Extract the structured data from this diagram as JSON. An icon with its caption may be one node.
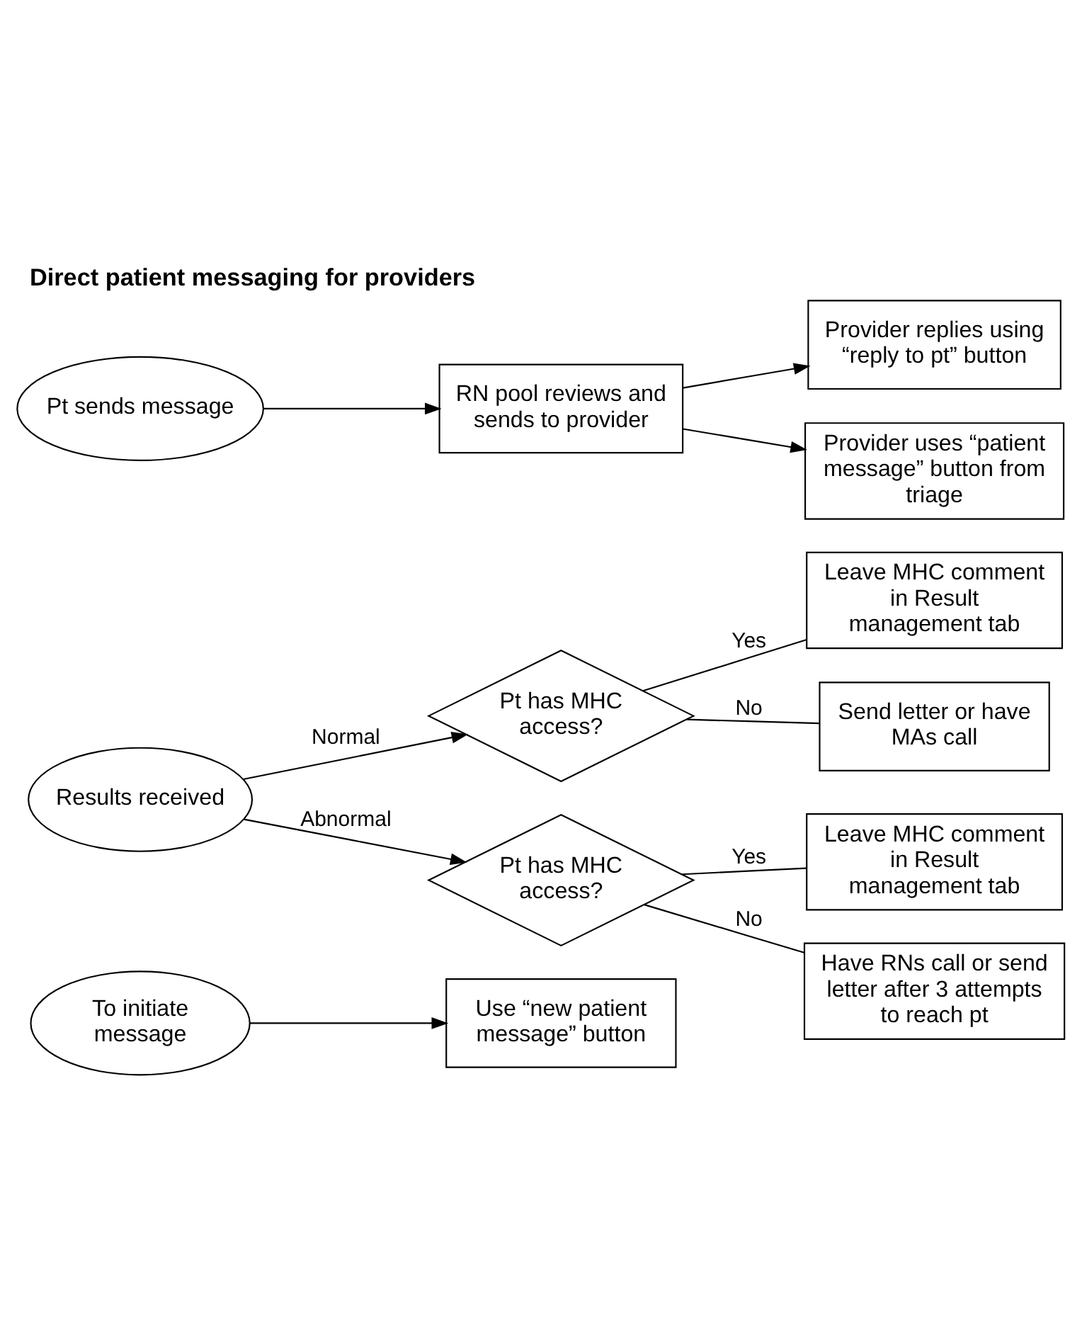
{
  "diagram": {
    "title": "Direct patient messaging for providers",
    "nodes": [
      {
        "text": [
          "Pt sends message"
        ]
      },
      {
        "text": [
          "RN pool reviews and sends to provider"
        ]
      },
      {
        "text": [
          "Provider replies using “reply to pt” button"
        ]
      },
      {
        "text": [
          "Provider uses “patient message” button from triage"
        ]
      },
      {
        "text": [
          "Leave MHC comment in Result management tab"
        ]
      },
      {
        "text": [
          "Pt has MHC access?"
        ]
      },
      {
        "text": [
          "Send letter or have MAs call"
        ]
      },
      {
        "text": [
          "Results received"
        ]
      },
      {
        "text": [
          "Leave MHC comment in Result management tab"
        ]
      },
      {
        "text": [
          "Pt has MHC access?"
        ]
      },
      {
        "text": [
          "Have RNs call or send letter after 3 attempts to reach pt"
        ]
      },
      {
        "text": [
          "To initiate message"
        ]
      },
      {
        "text": [
          "Use “new patient message” button"
        ]
      }
    ],
    "edges": [
      {
        "from": 0,
        "to": 1,
        "arrow": "to"
      },
      {
        "from": 1,
        "to": 2,
        "arrow": "to"
      },
      {
        "from": 1,
        "to": 3,
        "arrow": "to"
      },
      {
        "from": 7,
        "to": 5,
        "arrow": "to",
        "label": "Normal"
      },
      {
        "from": 5,
        "to": 4,
        "arrow": "none",
        "label": "Yes"
      },
      {
        "from": 5,
        "to": 6,
        "arrow": "none",
        "label": "No"
      },
      {
        "from": 7,
        "to": 9,
        "arrow": "to",
        "label": "Abnormal"
      },
      {
        "from": 9,
        "to": 8,
        "arrow": "none",
        "label": "Yes"
      },
      {
        "from": 9,
        "to": 10,
        "arrow": "none",
        "label": "No"
      },
      {
        "from": 11,
        "to": 12,
        "arrow": "to"
      }
    ]
  }
}
